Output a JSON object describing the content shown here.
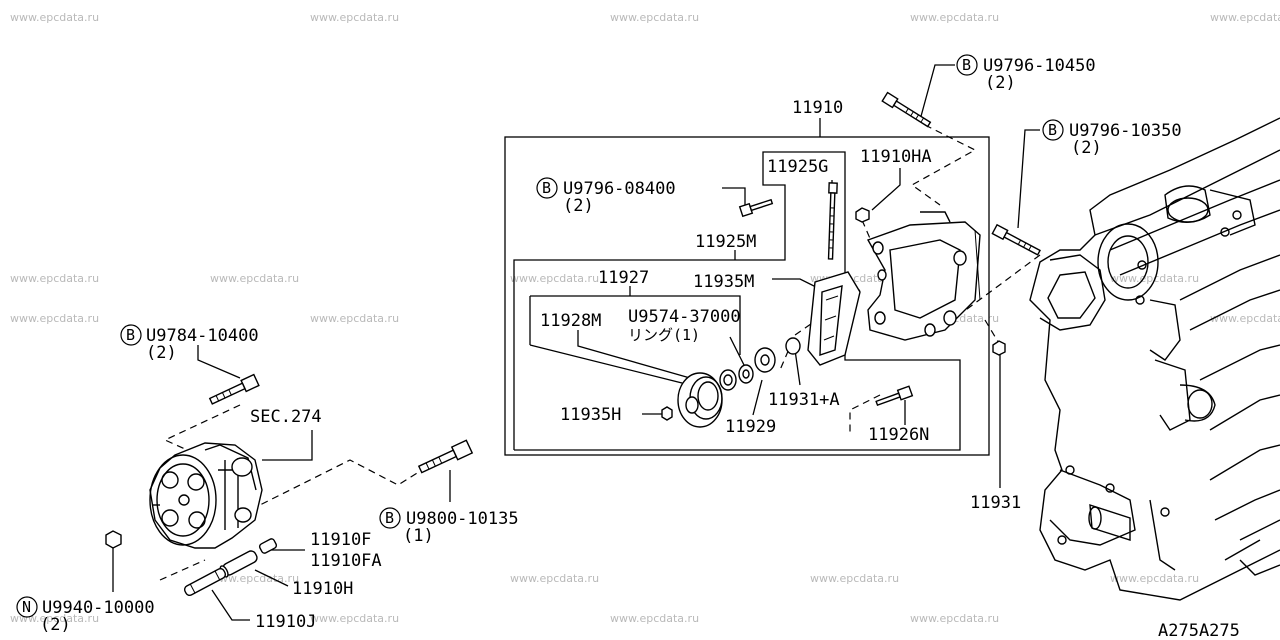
{
  "watermark": "www.epcdata.ru",
  "diagram_id": "A275A275",
  "callouts": {
    "c11910": "11910",
    "c11910HA": "11910HA",
    "c11925G": "11925G",
    "c11925M": "11925M",
    "c11927": "11927",
    "c11935M": "11935M",
    "c11928M": "11928M",
    "c9574": "U9574-37000",
    "c9574sub": "リング(1)",
    "c11931A": "11931+A",
    "c11935H": "11935H",
    "c11929": "11929",
    "c11926N": "11926N",
    "c11931": "11931",
    "cSEC": "SEC.274",
    "c11910F": "11910F",
    "c11910FA": "11910FA",
    "c11910H": "11910H",
    "c11910J": "11910J"
  },
  "fasteners": {
    "b10450": {
      "mark": "B",
      "code": "U9796-10450",
      "qty": "(2)"
    },
    "b10350": {
      "mark": "B",
      "code": "U9796-10350",
      "qty": "(2)"
    },
    "b08400": {
      "mark": "B",
      "code": "U9796-08400",
      "qty": "(2)"
    },
    "b10400": {
      "mark": "B",
      "code": "U9784-10400",
      "qty": "(2)"
    },
    "b10135": {
      "mark": "B",
      "code": "U9800-10135",
      "qty": "(1)"
    },
    "n10000": {
      "mark": "N",
      "code": "U9940-10000",
      "qty": "(2)"
    }
  }
}
